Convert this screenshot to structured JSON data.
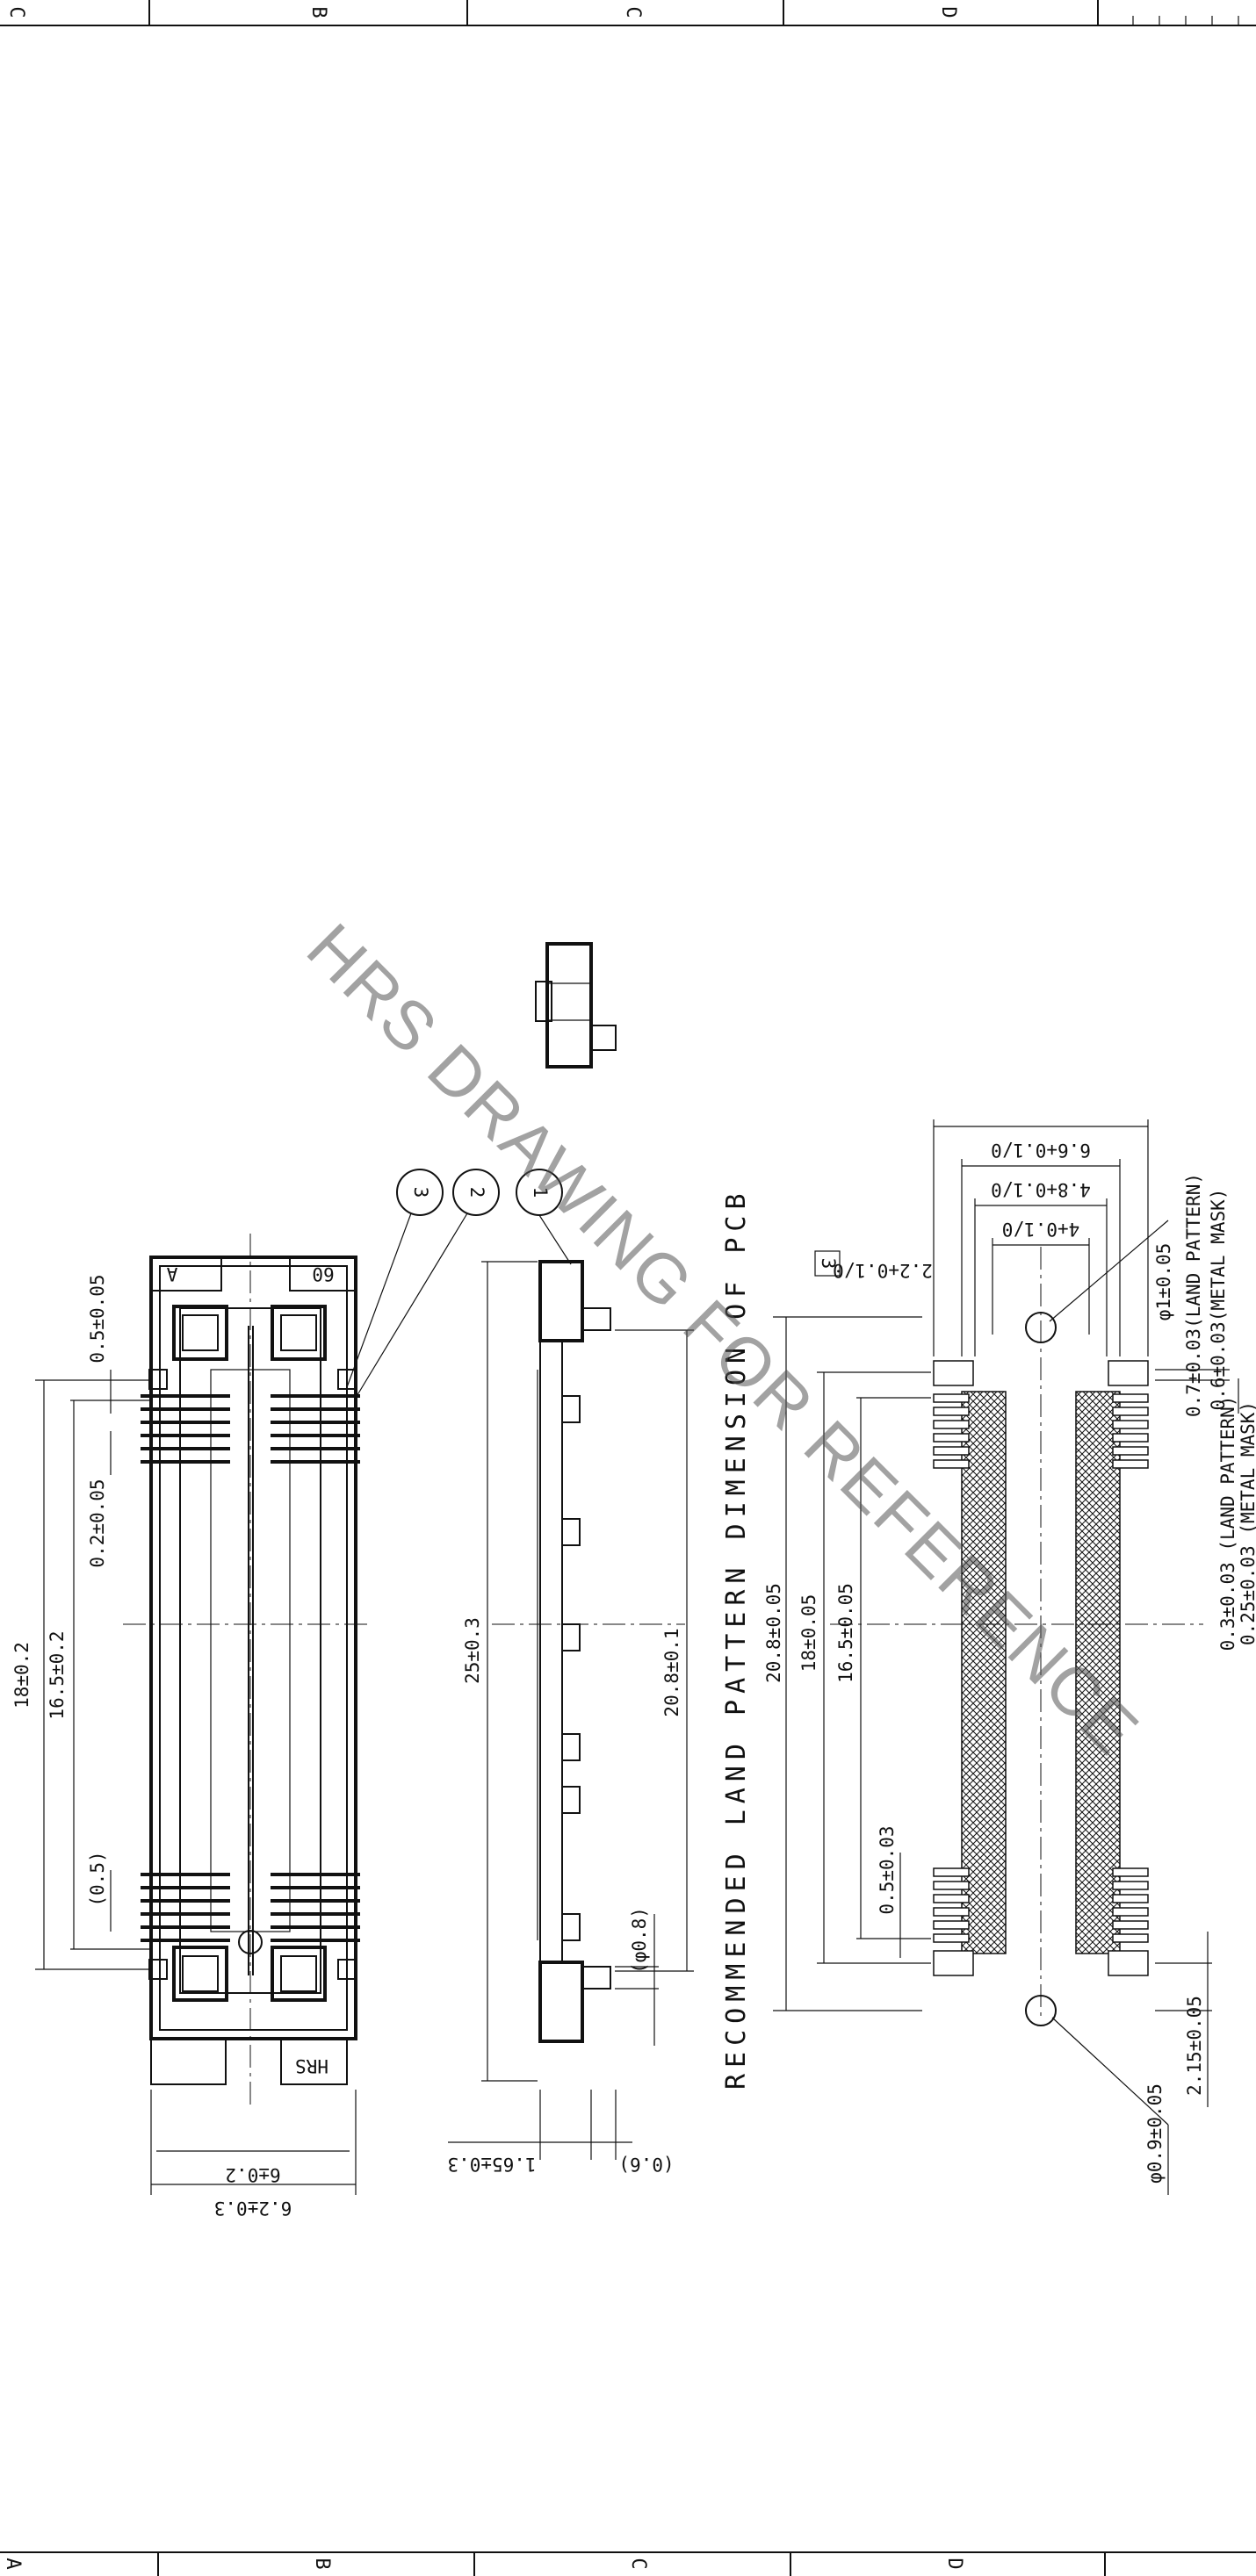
{
  "zones": {
    "top": [
      "C",
      "B",
      "C",
      "D"
    ],
    "bottom": [
      "A",
      "B",
      "C",
      "D"
    ]
  },
  "callouts": [
    "3",
    "2",
    "1"
  ],
  "markers": {
    "pin_a": "A",
    "pin_60": "60",
    "note": "3"
  },
  "top_view": {
    "dim_18": "18±0.2",
    "dim_16_5": "16.5±0.2",
    "dim_05_top": "0.5±0.05",
    "dim_02": "0.2±0.05",
    "dim_05_ref": "(0.5)",
    "dim_6": "6±0.2",
    "dim_6_2": "6.2±0.3"
  },
  "side_view": {
    "dim_25": "25±0.3",
    "dim_20_8": "20.8±0.1",
    "dim_phi08": "(φ0.8)",
    "dim_165": "1.65±0.3",
    "dim_06": "(0.6)"
  },
  "pcb": {
    "title": "RECOMMENDED LAND PATTERN DIMENSION OF PCB",
    "dim_20_8": "20.8±0.05",
    "dim_18": "18±0.05",
    "dim_16_5": "16.5±0.05",
    "dim_05": "0.5±0.03",
    "dim_6_6": "6.6+0.1/0",
    "dim_4_8": "4.8+0.1/0",
    "dim_4": "4+0.1/0",
    "dim_2_2": "2.2+0.1/0",
    "dim_phi1": "φ1±0.05",
    "dim_07": "0.7±0.03(LAND PATTERN)",
    "dim_06": "0.6±0.03(METAL MASK)",
    "dim_03": "0.3±0.03 (LAND PATTERN)",
    "dim_025": "0.25±0.03 (METAL MASK)",
    "dim_phi09": "φ0.9±0.05",
    "dim_215": "2.15±0.05"
  },
  "watermark": "HRS DRAWING FOR REFERENCE"
}
